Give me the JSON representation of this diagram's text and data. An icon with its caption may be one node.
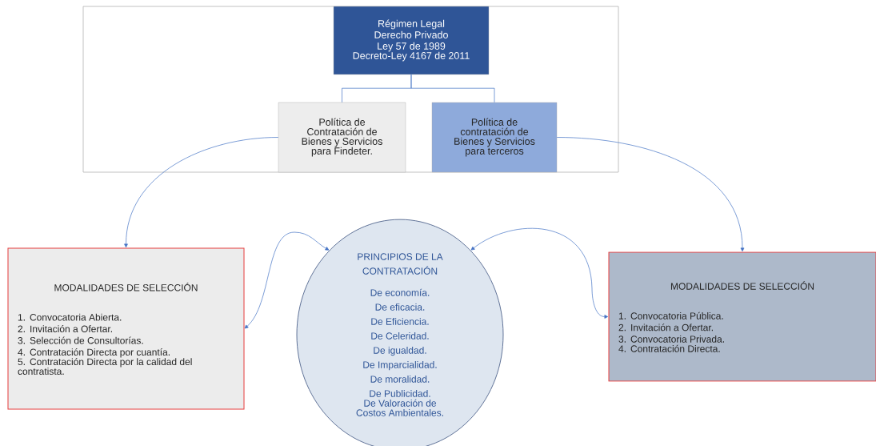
{
  "diagram": {
    "nodes": [
      {
        "text": [],
        "shape": "box"
      },
      {
        "text": [
          "Régimen Legal",
          "Derecho Privado",
          "Ley 57 de 1989",
          "Decreto-Ley 4167 de 2011"
        ],
        "in": 0
      },
      {
        "text": [
          "Política de Contratación de Bienes y Servicios para Findeter."
        ],
        "in": 0
      },
      {
        "text": [
          "Política de contratación de Bienes y Servicios para terceros"
        ],
        "in": 0
      },
      {
        "text": [
          "MODALIDADES DE SELECCIÓN",
          "1. Convocatoria Abierta.",
          "2. Invitación a Ofertar.",
          "3. Selección de Consultorías.",
          "4. Contratación Directa por cuantía.",
          "5. Contratación Directa por la calidad del contratista."
        ]
      },
      {
        "text": [
          "PRINCIPIOS DE LA CONTRATACIÓN",
          "De economía.",
          "De eficacia.",
          "De Eficiencia.",
          "De Celeridad.",
          "De igualdad.",
          "De Imparcialidad.",
          "De moralidad.",
          "De Publicidad.",
          "De Valoración de Costos Ambientales."
        ]
      },
      {
        "text": [
          "MODALIDADES DE SELECCIÓN",
          "1. Convocatoria Pública.",
          "2. Invitación a Ofertar.",
          "3. Convocatoria Privada.",
          "4. Contratación Directa."
        ]
      }
    ],
    "edges": [
      {
        "from": 1,
        "to": 2,
        "arrow": "none"
      },
      {
        "from": 1,
        "to": 3,
        "arrow": "none"
      },
      {
        "from": 2,
        "to": 4,
        "arrow": "to"
      },
      {
        "from": 3,
        "to": 6,
        "arrow": "to"
      },
      {
        "from": 4,
        "to": 5,
        "arrow": "both"
      },
      {
        "from": 5,
        "to": 6,
        "arrow": "both"
      }
    ]
  }
}
